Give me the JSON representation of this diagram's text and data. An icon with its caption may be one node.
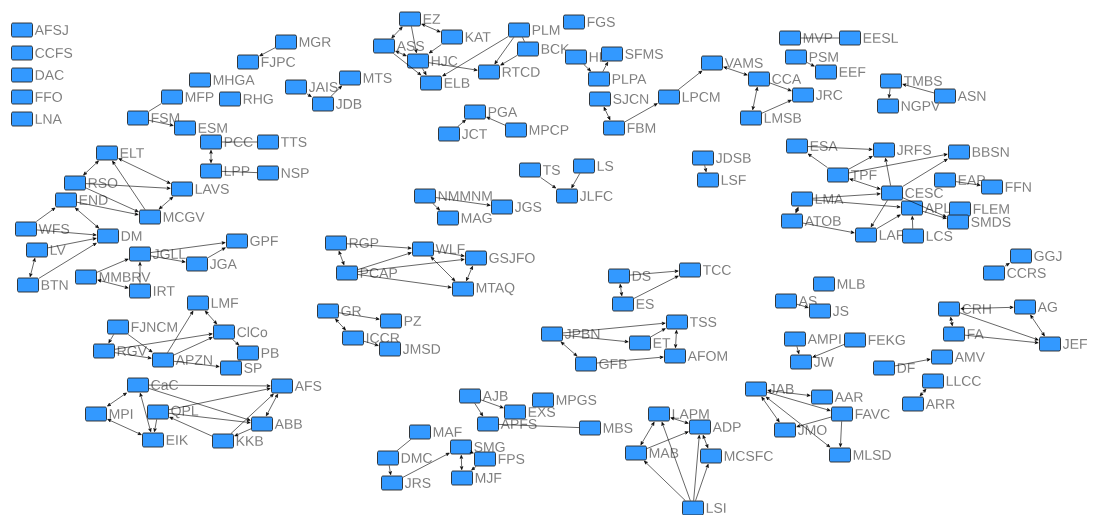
{
  "diagram": {
    "nodes": [
      {
        "text": [
          "AFSJ"
        ]
      },
      {
        "text": [
          "CCFS"
        ]
      },
      {
        "text": [
          "DAC"
        ]
      },
      {
        "text": [
          "FFO"
        ]
      },
      {
        "text": [
          "LNA"
        ]
      },
      {
        "text": [
          "MGR"
        ]
      },
      {
        "text": [
          "FJPC"
        ]
      },
      {
        "text": [
          "MHGA"
        ]
      },
      {
        "text": [
          "MFP"
        ]
      },
      {
        "text": [
          "RHG"
        ]
      },
      {
        "text": [
          "FSM"
        ]
      },
      {
        "text": [
          "ESM"
        ]
      },
      {
        "text": [
          "JAIS"
        ]
      },
      {
        "text": [
          "MTS"
        ]
      },
      {
        "text": [
          "JDB"
        ]
      },
      {
        "text": [
          "EZ"
        ]
      },
      {
        "text": [
          "ASS"
        ]
      },
      {
        "text": [
          "KAT"
        ]
      },
      {
        "text": [
          "HJC"
        ]
      },
      {
        "text": [
          "ELB"
        ]
      },
      {
        "text": [
          "PLM"
        ]
      },
      {
        "text": [
          "FGS"
        ]
      },
      {
        "text": [
          "BCK"
        ]
      },
      {
        "text": [
          "RTCD"
        ]
      },
      {
        "text": [
          "HL"
        ]
      },
      {
        "text": [
          "SFMS"
        ]
      },
      {
        "text": [
          "PLPA"
        ]
      },
      {
        "text": [
          "PGA"
        ]
      },
      {
        "text": [
          "JCT"
        ]
      },
      {
        "text": [
          "MPCP"
        ]
      },
      {
        "text": [
          "SJCN"
        ]
      },
      {
        "text": [
          "LPCM"
        ]
      },
      {
        "text": [
          "FBM"
        ]
      },
      {
        "text": [
          "VAMS"
        ]
      },
      {
        "text": [
          "CCA"
        ]
      },
      {
        "text": [
          "JRC"
        ]
      },
      {
        "text": [
          "LMSB"
        ]
      },
      {
        "text": [
          "MVP"
        ]
      },
      {
        "text": [
          "EESL"
        ]
      },
      {
        "text": [
          "PSM"
        ]
      },
      {
        "text": [
          "EEF"
        ]
      },
      {
        "text": [
          "TMBS"
        ]
      },
      {
        "text": [
          "ASN"
        ]
      },
      {
        "text": [
          "NGPV"
        ]
      },
      {
        "text": [
          "PCC"
        ]
      },
      {
        "text": [
          "TTS"
        ]
      },
      {
        "text": [
          "LPP"
        ]
      },
      {
        "text": [
          "NSP"
        ]
      },
      {
        "text": [
          "ELT"
        ]
      },
      {
        "text": [
          "RSO"
        ]
      },
      {
        "text": [
          "LAVS"
        ]
      },
      {
        "text": [
          "END"
        ]
      },
      {
        "text": [
          "MCGV"
        ]
      },
      {
        "text": [
          "WFS"
        ]
      },
      {
        "text": [
          "DM"
        ]
      },
      {
        "text": [
          "LV"
        ]
      },
      {
        "text": [
          "BTN"
        ]
      },
      {
        "text": [
          "TS"
        ]
      },
      {
        "text": [
          "LS"
        ]
      },
      {
        "text": [
          "JLFC"
        ]
      },
      {
        "text": [
          "NMMNM"
        ]
      },
      {
        "text": [
          "JGS"
        ]
      },
      {
        "text": [
          "MAG"
        ]
      },
      {
        "text": [
          "JDSB"
        ]
      },
      {
        "text": [
          "LSF"
        ]
      },
      {
        "text": [
          "ESA"
        ]
      },
      {
        "text": [
          "JRFS"
        ]
      },
      {
        "text": [
          "BBSN"
        ]
      },
      {
        "text": [
          "TPF"
        ]
      },
      {
        "text": [
          "EAP"
        ]
      },
      {
        "text": [
          "FFN"
        ]
      },
      {
        "text": [
          "CESC"
        ]
      },
      {
        "text": [
          "LMA"
        ]
      },
      {
        "text": [
          "APL"
        ]
      },
      {
        "text": [
          "FLEM"
        ]
      },
      {
        "text": [
          "ATOB"
        ]
      },
      {
        "text": [
          "LAF"
        ]
      },
      {
        "text": [
          "LCS"
        ]
      },
      {
        "text": [
          "SMDS"
        ]
      },
      {
        "text": [
          "GGJ"
        ]
      },
      {
        "text": [
          "CCRS"
        ]
      },
      {
        "text": [
          "JGLL"
        ]
      },
      {
        "text": [
          "GPF"
        ]
      },
      {
        "text": [
          "JGA"
        ]
      },
      {
        "text": [
          "MMBRV"
        ]
      },
      {
        "text": [
          "IRT"
        ]
      },
      {
        "text": [
          "RGP"
        ]
      },
      {
        "text": [
          "WLF"
        ]
      },
      {
        "text": [
          "GSJFO"
        ]
      },
      {
        "text": [
          "PCAP"
        ]
      },
      {
        "text": [
          "MTAQ"
        ]
      },
      {
        "text": [
          "DS"
        ]
      },
      {
        "text": [
          "TCC"
        ]
      },
      {
        "text": [
          "ES"
        ]
      },
      {
        "text": [
          "MLB"
        ]
      },
      {
        "text": [
          "AS"
        ]
      },
      {
        "text": [
          "JS"
        ]
      },
      {
        "text": [
          "CRH"
        ]
      },
      {
        "text": [
          "AG"
        ]
      },
      {
        "text": [
          "FA"
        ]
      },
      {
        "text": [
          "JEF"
        ]
      },
      {
        "text": [
          "LMF"
        ]
      },
      {
        "text": [
          "FJNCM"
        ]
      },
      {
        "text": [
          "ClCo"
        ]
      },
      {
        "text": [
          "RGV"
        ]
      },
      {
        "text": [
          "PB"
        ]
      },
      {
        "text": [
          "APZN"
        ]
      },
      {
        "text": [
          "SP"
        ]
      },
      {
        "text": [
          "GR"
        ]
      },
      {
        "text": [
          "PZ"
        ]
      },
      {
        "text": [
          "ICCR"
        ]
      },
      {
        "text": [
          "JMSD"
        ]
      },
      {
        "text": [
          "JPBN"
        ]
      },
      {
        "text": [
          "TSS"
        ]
      },
      {
        "text": [
          "ET"
        ]
      },
      {
        "text": [
          "AFOM"
        ]
      },
      {
        "text": [
          "GFB"
        ]
      },
      {
        "text": [
          "AMPI"
        ]
      },
      {
        "text": [
          "FEKG"
        ]
      },
      {
        "text": [
          "JW"
        ]
      },
      {
        "text": [
          "DF"
        ]
      },
      {
        "text": [
          "AMV"
        ]
      },
      {
        "text": [
          "LLCC"
        ]
      },
      {
        "text": [
          "ARR"
        ]
      },
      {
        "text": [
          "CaC"
        ]
      },
      {
        "text": [
          "AFS"
        ]
      },
      {
        "text": [
          "MPI"
        ]
      },
      {
        "text": [
          "QPL"
        ]
      },
      {
        "text": [
          "ABB"
        ]
      },
      {
        "text": [
          "EIK"
        ]
      },
      {
        "text": [
          "KKB"
        ]
      },
      {
        "text": [
          "AJB"
        ]
      },
      {
        "text": [
          "MPGS"
        ]
      },
      {
        "text": [
          "EXS"
        ]
      },
      {
        "text": [
          "APFS"
        ]
      },
      {
        "text": [
          "MBS"
        ]
      },
      {
        "text": [
          "MAF"
        ]
      },
      {
        "text": [
          "DMC"
        ]
      },
      {
        "text": [
          "SMG"
        ]
      },
      {
        "text": [
          "FPS"
        ]
      },
      {
        "text": [
          "JRS"
        ]
      },
      {
        "text": [
          "MJF"
        ]
      },
      {
        "text": [
          "LAPM"
        ]
      },
      {
        "text": [
          "ADP"
        ]
      },
      {
        "text": [
          "MAB"
        ]
      },
      {
        "text": [
          "MCSFC"
        ]
      },
      {
        "text": [
          "LSI"
        ]
      },
      {
        "text": [
          "JAB"
        ]
      },
      {
        "text": [
          "AAR"
        ]
      },
      {
        "text": [
          "FAVC"
        ]
      },
      {
        "text": [
          "JMO"
        ]
      },
      {
        "text": [
          "MLSD"
        ]
      }
    ],
    "edges": [
      {
        "from": 5,
        "to": 6,
        "arrow": "to"
      },
      {
        "from": 8,
        "to": 10,
        "arrow": "none"
      },
      {
        "from": 10,
        "to": 11,
        "arrow": "to"
      },
      {
        "from": 12,
        "to": 14,
        "arrow": "to"
      },
      {
        "from": 14,
        "to": 13,
        "arrow": "to"
      },
      {
        "from": 44,
        "to": 46,
        "arrow": "both"
      },
      {
        "from": 44,
        "to": 45,
        "arrow": "none"
      },
      {
        "from": 46,
        "to": 47,
        "arrow": "none"
      },
      {
        "from": 15,
        "to": 16,
        "arrow": "both"
      },
      {
        "from": 15,
        "to": 17,
        "arrow": "both"
      },
      {
        "from": 15,
        "to": 18,
        "arrow": "to"
      },
      {
        "from": 16,
        "to": 18,
        "arrow": "both"
      },
      {
        "from": 16,
        "to": 19,
        "arrow": "to"
      },
      {
        "from": 18,
        "to": 19,
        "arrow": "to"
      },
      {
        "from": 17,
        "to": 18,
        "arrow": "to"
      },
      {
        "from": 20,
        "to": 23,
        "arrow": "to"
      },
      {
        "from": 20,
        "to": 19,
        "arrow": "to"
      },
      {
        "from": 22,
        "to": 23,
        "arrow": "to"
      },
      {
        "from": 18,
        "to": 23,
        "arrow": "to"
      },
      {
        "from": 20,
        "to": 22,
        "arrow": "none"
      },
      {
        "from": 24,
        "to": 26,
        "arrow": "to"
      },
      {
        "from": 26,
        "to": 25,
        "arrow": "to"
      },
      {
        "from": 28,
        "to": 27,
        "arrow": "to"
      },
      {
        "from": 29,
        "to": 27,
        "arrow": "to"
      },
      {
        "from": 30,
        "to": 32,
        "arrow": "both"
      },
      {
        "from": 32,
        "to": 31,
        "arrow": "to"
      },
      {
        "from": 31,
        "to": 33,
        "arrow": "to"
      },
      {
        "from": 33,
        "to": 34,
        "arrow": "both"
      },
      {
        "from": 34,
        "to": 36,
        "arrow": "both"
      },
      {
        "from": 34,
        "to": 35,
        "arrow": "to"
      },
      {
        "from": 36,
        "to": 35,
        "arrow": "to"
      },
      {
        "from": 39,
        "to": 40,
        "arrow": "to"
      },
      {
        "from": 37,
        "to": 38,
        "arrow": "none"
      },
      {
        "from": 42,
        "to": 41,
        "arrow": "to"
      },
      {
        "from": 41,
        "to": 43,
        "arrow": "to"
      },
      {
        "from": 57,
        "to": 59,
        "arrow": "to"
      },
      {
        "from": 58,
        "to": 59,
        "arrow": "to"
      },
      {
        "from": 60,
        "to": 62,
        "arrow": "to"
      },
      {
        "from": 60,
        "to": 61,
        "arrow": "to"
      },
      {
        "from": 63,
        "to": 64,
        "arrow": "to"
      },
      {
        "from": 48,
        "to": 49,
        "arrow": "both"
      },
      {
        "from": 48,
        "to": 50,
        "arrow": "both"
      },
      {
        "from": 49,
        "to": 50,
        "arrow": "to"
      },
      {
        "from": 49,
        "to": 52,
        "arrow": "to"
      },
      {
        "from": 52,
        "to": 48,
        "arrow": "to"
      },
      {
        "from": 52,
        "to": 50,
        "arrow": "both"
      },
      {
        "from": 53,
        "to": 51,
        "arrow": "to"
      },
      {
        "from": 51,
        "to": 54,
        "arrow": "both"
      },
      {
        "from": 53,
        "to": 54,
        "arrow": "to"
      },
      {
        "from": 55,
        "to": 54,
        "arrow": "to"
      },
      {
        "from": 55,
        "to": 56,
        "arrow": "both"
      },
      {
        "from": 56,
        "to": 54,
        "arrow": "to"
      },
      {
        "from": 51,
        "to": 52,
        "arrow": "to"
      },
      {
        "from": 65,
        "to": 66,
        "arrow": "to"
      },
      {
        "from": 68,
        "to": 65,
        "arrow": "to"
      },
      {
        "from": 68,
        "to": 66,
        "arrow": "to"
      },
      {
        "from": 68,
        "to": 67,
        "arrow": "to"
      },
      {
        "from": 71,
        "to": 67,
        "arrow": "to"
      },
      {
        "from": 69,
        "to": 70,
        "arrow": "to"
      },
      {
        "from": 68,
        "to": 71,
        "arrow": "both"
      },
      {
        "from": 71,
        "to": 66,
        "arrow": "to"
      },
      {
        "from": 72,
        "to": 73,
        "arrow": "to"
      },
      {
        "from": 75,
        "to": 72,
        "arrow": "both"
      },
      {
        "from": 75,
        "to": 76,
        "arrow": "to"
      },
      {
        "from": 71,
        "to": 76,
        "arrow": "to"
      },
      {
        "from": 73,
        "to": 78,
        "arrow": "to"
      },
      {
        "from": 71,
        "to": 78,
        "arrow": "to"
      },
      {
        "from": 76,
        "to": 73,
        "arrow": "to"
      },
      {
        "from": 77,
        "to": 73,
        "arrow": "to"
      },
      {
        "from": 72,
        "to": 71,
        "arrow": "to"
      },
      {
        "from": 80,
        "to": 79,
        "arrow": "to"
      },
      {
        "from": 81,
        "to": 82,
        "arrow": "to"
      },
      {
        "from": 83,
        "to": 82,
        "arrow": "to"
      },
      {
        "from": 84,
        "to": 81,
        "arrow": "to"
      },
      {
        "from": 84,
        "to": 85,
        "arrow": "both"
      },
      {
        "from": 81,
        "to": 83,
        "arrow": "to"
      },
      {
        "from": 85,
        "to": 81,
        "arrow": "to"
      },
      {
        "from": 86,
        "to": 87,
        "arrow": "to"
      },
      {
        "from": 89,
        "to": 87,
        "arrow": "to"
      },
      {
        "from": 87,
        "to": 88,
        "arrow": "to"
      },
      {
        "from": 89,
        "to": 88,
        "arrow": "to"
      },
      {
        "from": 89,
        "to": 90,
        "arrow": "to"
      },
      {
        "from": 87,
        "to": 90,
        "arrow": "both"
      },
      {
        "from": 90,
        "to": 88,
        "arrow": "both"
      },
      {
        "from": 86,
        "to": 89,
        "arrow": "both"
      },
      {
        "from": 91,
        "to": 93,
        "arrow": "both"
      },
      {
        "from": 91,
        "to": 92,
        "arrow": "to"
      },
      {
        "from": 93,
        "to": 92,
        "arrow": "to"
      },
      {
        "from": 95,
        "to": 96,
        "arrow": "to"
      },
      {
        "from": 97,
        "to": 98,
        "arrow": "both"
      },
      {
        "from": 97,
        "to": 99,
        "arrow": "both"
      },
      {
        "from": 98,
        "to": 100,
        "arrow": "both"
      },
      {
        "from": 99,
        "to": 100,
        "arrow": "to"
      },
      {
        "from": 97,
        "to": 100,
        "arrow": "to"
      },
      {
        "from": 101,
        "to": 103,
        "arrow": "both"
      },
      {
        "from": 102,
        "to": 104,
        "arrow": "to"
      },
      {
        "from": 102,
        "to": 106,
        "arrow": "to"
      },
      {
        "from": 104,
        "to": 103,
        "arrow": "to"
      },
      {
        "from": 104,
        "to": 106,
        "arrow": "to"
      },
      {
        "from": 106,
        "to": 103,
        "arrow": "to"
      },
      {
        "from": 103,
        "to": 105,
        "arrow": "to"
      },
      {
        "from": 106,
        "to": 107,
        "arrow": "to"
      },
      {
        "from": 106,
        "to": 101,
        "arrow": "to"
      },
      {
        "from": 108,
        "to": 109,
        "arrow": "to"
      },
      {
        "from": 108,
        "to": 110,
        "arrow": "both"
      },
      {
        "from": 110,
        "to": 111,
        "arrow": "to"
      },
      {
        "from": 112,
        "to": 113,
        "arrow": "to"
      },
      {
        "from": 114,
        "to": 113,
        "arrow": "to"
      },
      {
        "from": 113,
        "to": 115,
        "arrow": "both"
      },
      {
        "from": 112,
        "to": 114,
        "arrow": "to"
      },
      {
        "from": 112,
        "to": 116,
        "arrow": "both"
      },
      {
        "from": 116,
        "to": 115,
        "arrow": "to"
      },
      {
        "from": 117,
        "to": 119,
        "arrow": "to"
      },
      {
        "from": 118,
        "to": 119,
        "arrow": "to"
      },
      {
        "from": 120,
        "to": 121,
        "arrow": "to"
      },
      {
        "from": 123,
        "to": 122,
        "arrow": "both"
      },
      {
        "from": 124,
        "to": 125,
        "arrow": "to"
      },
      {
        "from": 124,
        "to": 128,
        "arrow": "to"
      },
      {
        "from": 127,
        "to": 125,
        "arrow": "to"
      },
      {
        "from": 124,
        "to": 129,
        "arrow": "both"
      },
      {
        "from": 126,
        "to": 124,
        "arrow": "both"
      },
      {
        "from": 126,
        "to": 129,
        "arrow": "both"
      },
      {
        "from": 127,
        "to": 129,
        "arrow": "to"
      },
      {
        "from": 127,
        "to": 128,
        "arrow": "to"
      },
      {
        "from": 128,
        "to": 125,
        "arrow": "both"
      },
      {
        "from": 130,
        "to": 125,
        "arrow": "to"
      },
      {
        "from": 128,
        "to": 130,
        "arrow": "to"
      },
      {
        "from": 130,
        "to": 127,
        "arrow": "to"
      },
      {
        "from": 131,
        "to": 133,
        "arrow": "to"
      },
      {
        "from": 131,
        "to": 134,
        "arrow": "to"
      },
      {
        "from": 134,
        "to": 135,
        "arrow": "none"
      },
      {
        "from": 137,
        "to": 140,
        "arrow": "to"
      },
      {
        "from": 136,
        "to": 137,
        "arrow": "none"
      },
      {
        "from": 140,
        "to": 138,
        "arrow": "to"
      },
      {
        "from": 138,
        "to": 141,
        "arrow": "both"
      },
      {
        "from": 139,
        "to": 141,
        "arrow": "to"
      },
      {
        "from": 138,
        "to": 139,
        "arrow": "to"
      },
      {
        "from": 142,
        "to": 144,
        "arrow": "both"
      },
      {
        "from": 142,
        "to": 143,
        "arrow": "both"
      },
      {
        "from": 144,
        "to": 143,
        "arrow": "to"
      },
      {
        "from": 143,
        "to": 145,
        "arrow": "both"
      },
      {
        "from": 146,
        "to": 144,
        "arrow": "to"
      },
      {
        "from": 146,
        "to": 142,
        "arrow": "to"
      },
      {
        "from": 146,
        "to": 143,
        "arrow": "to"
      },
      {
        "from": 146,
        "to": 145,
        "arrow": "to"
      },
      {
        "from": 147,
        "to": 148,
        "arrow": "both"
      },
      {
        "from": 147,
        "to": 149,
        "arrow": "to"
      },
      {
        "from": 147,
        "to": 150,
        "arrow": "both"
      },
      {
        "from": 147,
        "to": 151,
        "arrow": "both"
      },
      {
        "from": 149,
        "to": 150,
        "arrow": "to"
      },
      {
        "from": 149,
        "to": 151,
        "arrow": "to"
      }
    ]
  }
}
